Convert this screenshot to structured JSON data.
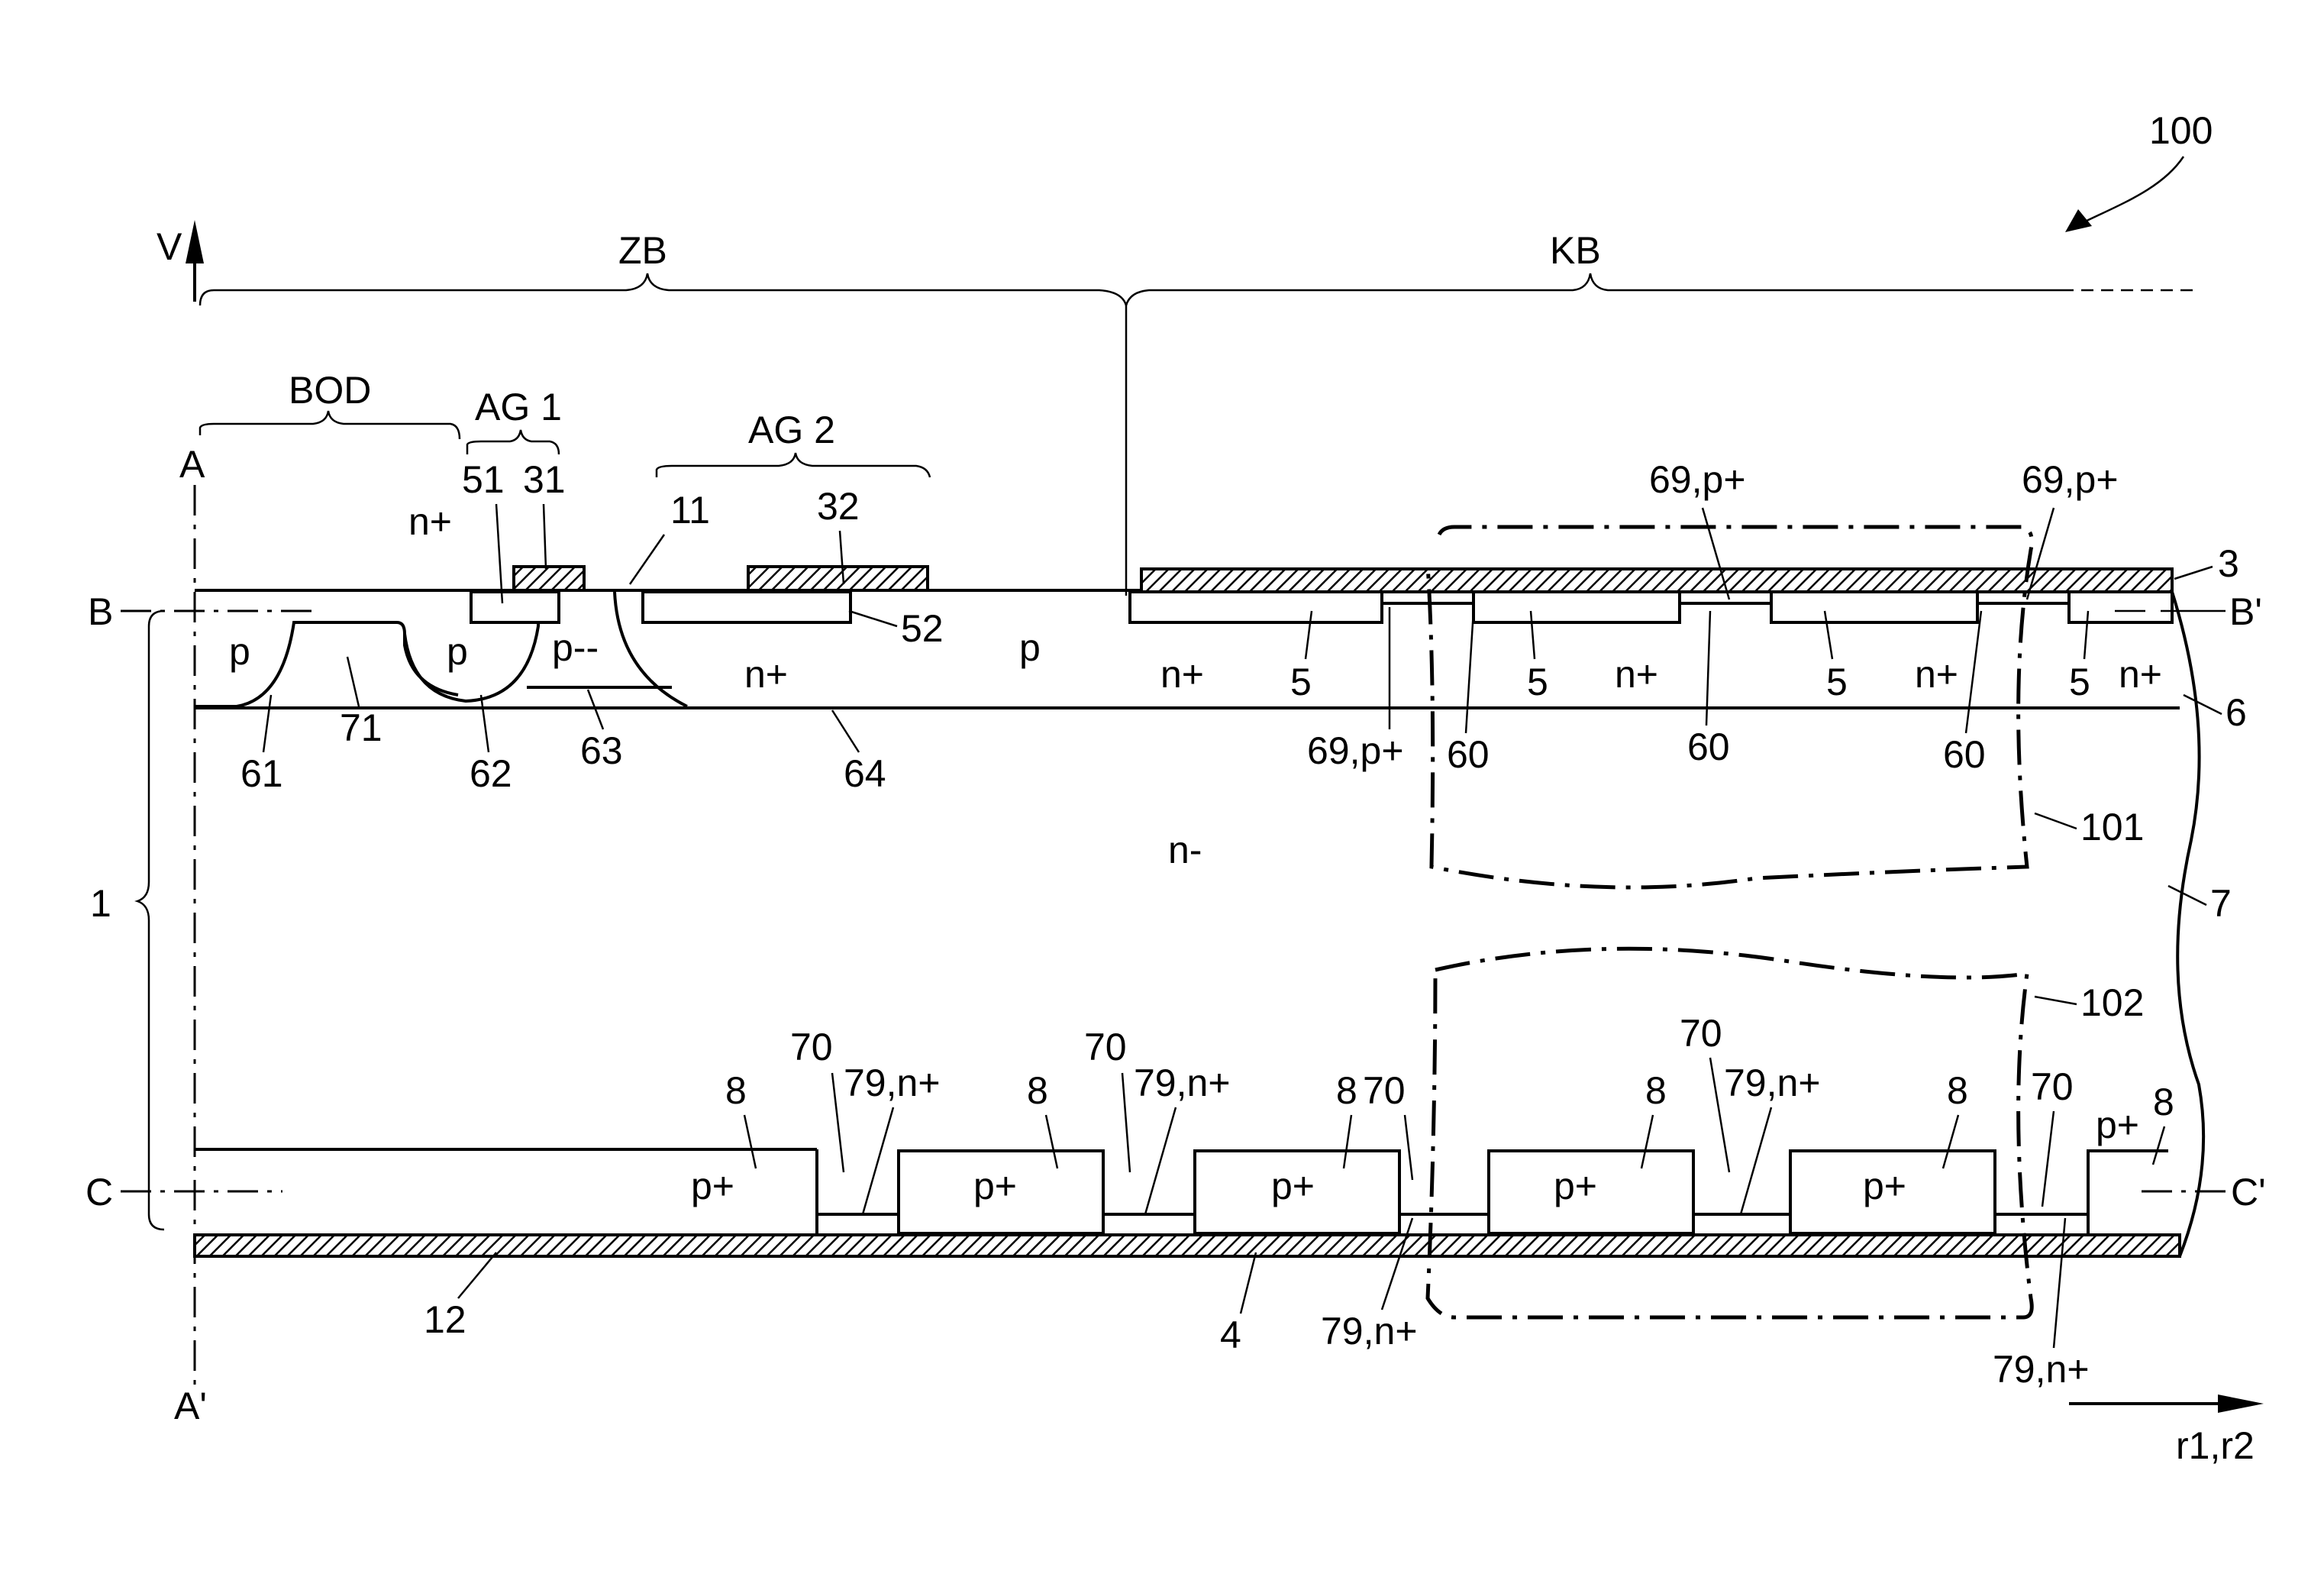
{
  "figure_number": "100",
  "axis": {
    "vertical": "V",
    "horizontal": "r1,r2"
  },
  "zones": {
    "zb": "ZB",
    "kb": "KB",
    "bod": "BOD",
    "ag1": "AG 1",
    "ag2": "AG 2"
  },
  "sections": {
    "a": "A",
    "a_prime": "A'",
    "b": "B",
    "b_prime": "B'",
    "c": "C",
    "c_prime": "C'"
  },
  "refs": {
    "r1": "1",
    "r3": "3",
    "r4": "4",
    "r5": "5",
    "r6": "6",
    "r7": "7",
    "r8": "8",
    "r11": "11",
    "r12": "12",
    "r31": "31",
    "r32": "32",
    "r51": "51",
    "r52": "52",
    "r60": "60",
    "r61": "61",
    "r62": "62",
    "r63": "63",
    "r64": "64",
    "r69p": "69,p+",
    "r70": "70",
    "r71": "71",
    "r79n": "79,n+",
    "r101": "101",
    "r102": "102"
  },
  "dopings": {
    "p": "p",
    "p_minus_minus": "p--",
    "n_plus": "n+",
    "n_minus": "n-",
    "p_plus": "p+"
  }
}
